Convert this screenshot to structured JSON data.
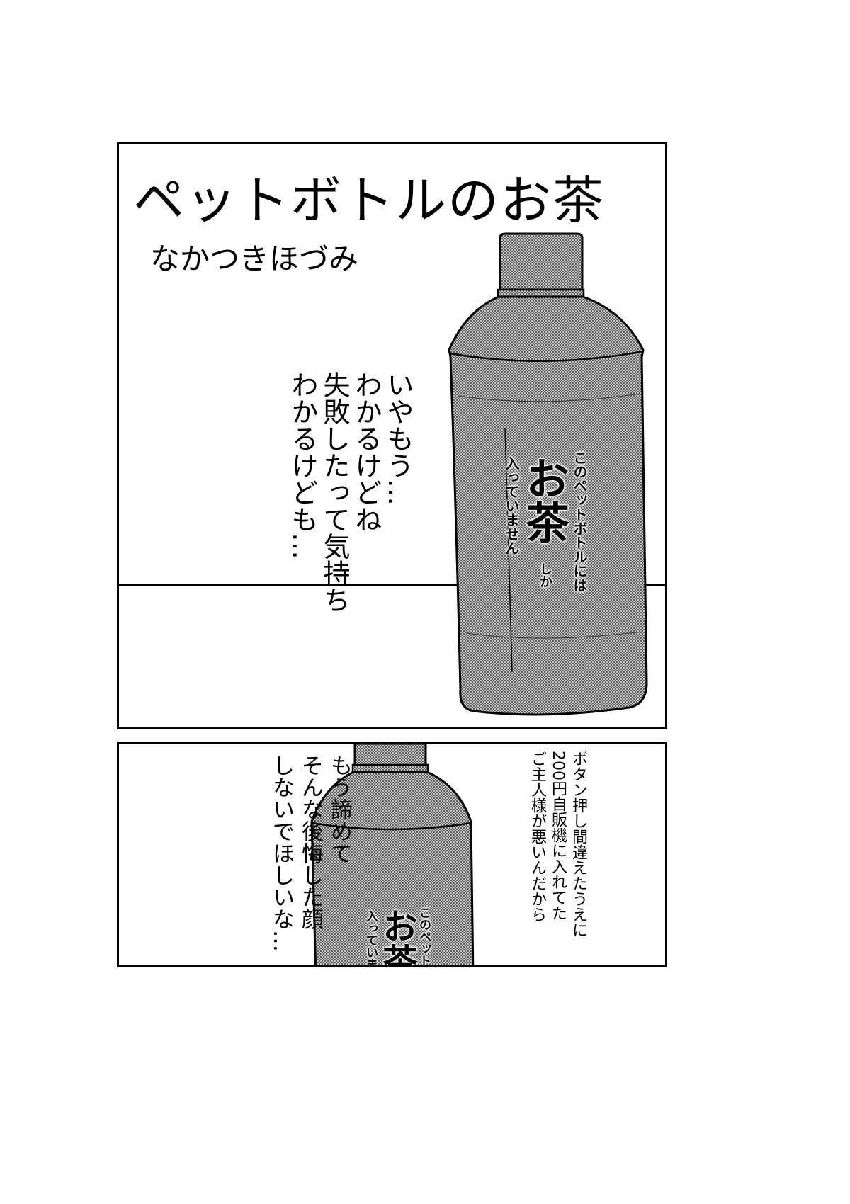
{
  "panel1": {
    "title": "ペットボトルのお茶",
    "author": "なかつきほづみ",
    "speech": [
      "いやもう…",
      "わかるけどね",
      "失敗したって気持ち",
      "わかるけども…"
    ],
    "bottle_label": {
      "line1": "このペットボトルには",
      "big": "お茶",
      "small": "しか",
      "line2": "入っていません"
    }
  },
  "panel2": {
    "speech_left": [
      "もう諦めて",
      "そんな後悔した顔",
      "しないでほしいな…"
    ],
    "speech_right": [
      "ボタン押し間違えたうえに",
      "200円自販機に入れてた",
      "ご主人様が悪いんだから"
    ],
    "bottle_label": {
      "line1": "このペット",
      "big": "お茶",
      "line2": "入っていま"
    }
  },
  "colors": {
    "ink": "#000000",
    "tone": "#8a8a8a",
    "paper": "#ffffff"
  }
}
